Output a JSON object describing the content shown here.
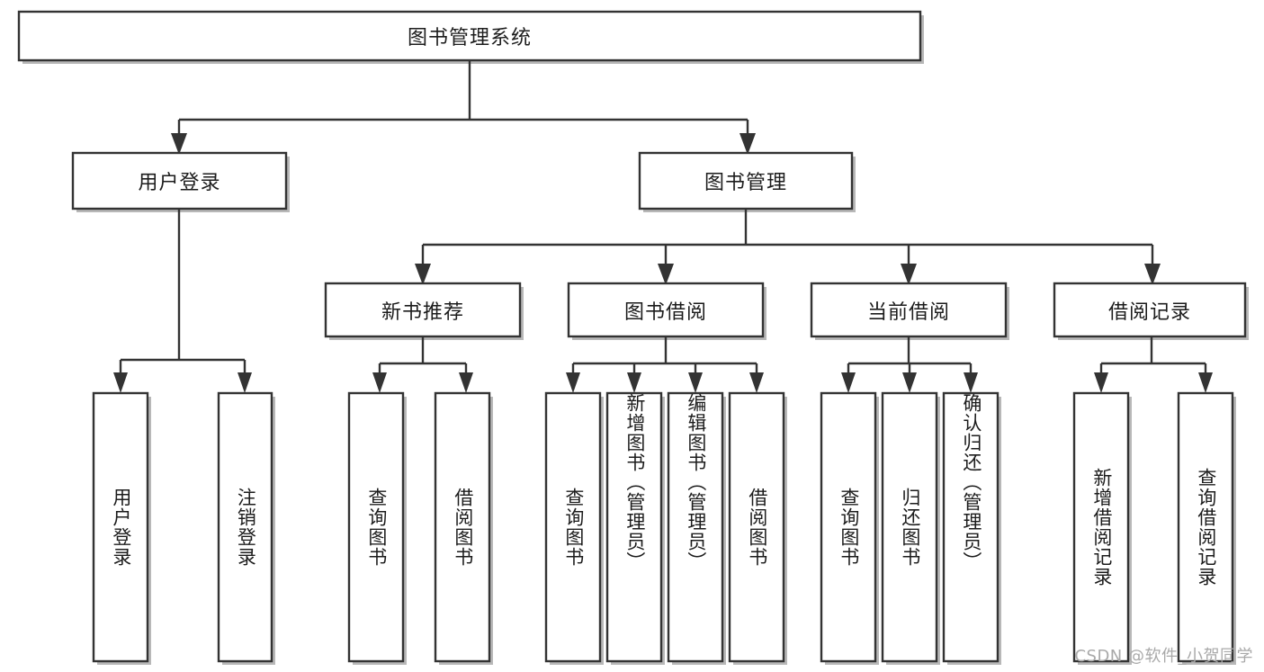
{
  "diagram": {
    "type": "tree-hierarchy",
    "title": "图书管理系统",
    "orientation": "top-down",
    "colors": {
      "box_stroke": "#333333",
      "box_fill": "#ffffff",
      "line": "#333333",
      "shadow": "#b8b8b8",
      "text": "#1c1c1c",
      "watermark": "#a9a9a9",
      "background": "#ffffff"
    },
    "levels": {
      "root": {
        "label": "图书管理系统",
        "orientation": "horizontal"
      },
      "level2": [
        {
          "id": "user-login",
          "label": "用户登录",
          "orientation": "horizontal"
        },
        {
          "id": "book-management",
          "label": "图书管理",
          "orientation": "horizontal"
        }
      ],
      "level3": [
        {
          "id": "new-book-recommend",
          "label": "新书推荐",
          "orientation": "horizontal",
          "parent": "book-management"
        },
        {
          "id": "book-borrow",
          "label": "图书借阅",
          "orientation": "horizontal",
          "parent": "book-management"
        },
        {
          "id": "current-borrow",
          "label": "当前借阅",
          "orientation": "horizontal",
          "parent": "book-management"
        },
        {
          "id": "borrow-record",
          "label": "借阅记录",
          "orientation": "horizontal",
          "parent": "book-management"
        }
      ],
      "leaves": [
        {
          "id": "leaf-user-login",
          "label": "用户登录",
          "orientation": "vertical",
          "parent": "user-login"
        },
        {
          "id": "leaf-logout",
          "label": "注销登录",
          "orientation": "vertical",
          "parent": "user-login"
        },
        {
          "id": "leaf-query-book-1",
          "label": "查询图书",
          "orientation": "vertical",
          "parent": "new-book-recommend"
        },
        {
          "id": "leaf-borrow-book-1",
          "label": "借阅图书",
          "orientation": "vertical",
          "parent": "new-book-recommend"
        },
        {
          "id": "leaf-query-book-2",
          "label": "查询图书",
          "orientation": "vertical",
          "parent": "book-borrow"
        },
        {
          "id": "leaf-add-book",
          "label": "新增图书（管理员）",
          "orientation": "vertical",
          "parent": "book-borrow"
        },
        {
          "id": "leaf-edit-book",
          "label": "编辑图书（管理员）",
          "orientation": "vertical",
          "parent": "book-borrow"
        },
        {
          "id": "leaf-borrow-book-2",
          "label": "借阅图书",
          "orientation": "vertical",
          "parent": "book-borrow"
        },
        {
          "id": "leaf-query-book-3",
          "label": "查询图书",
          "orientation": "vertical",
          "parent": "current-borrow"
        },
        {
          "id": "leaf-return-book",
          "label": "归还图书",
          "orientation": "vertical",
          "parent": "current-borrow"
        },
        {
          "id": "leaf-confirm-return",
          "label": "确认归还（管理员）",
          "orientation": "vertical",
          "parent": "current-borrow"
        },
        {
          "id": "leaf-add-record",
          "label": "新增借阅记录",
          "orientation": "vertical",
          "parent": "borrow-record"
        },
        {
          "id": "leaf-query-record",
          "label": "查询借阅记录",
          "orientation": "vertical",
          "parent": "borrow-record"
        }
      ]
    }
  },
  "watermark": {
    "text": "CSDN @软件_小贺同学"
  }
}
